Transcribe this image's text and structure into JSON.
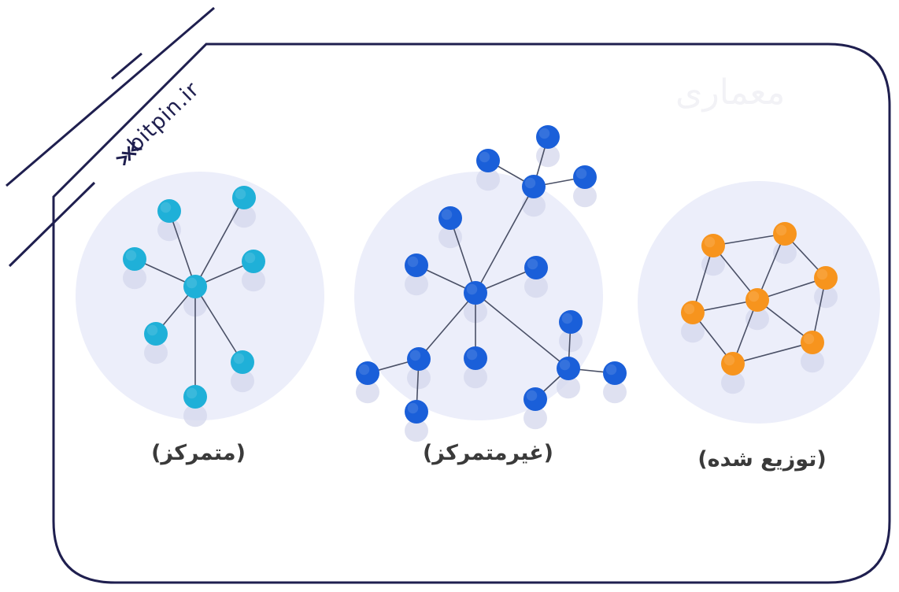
{
  "brand": {
    "site": "bitpin.ir",
    "logo_icon": "bitpin-logo-icon"
  },
  "watermark": "معماری",
  "diagrams": [
    {
      "id": "centralized",
      "caption": "(متمرکز)",
      "node_color": "#1fb0d8"
    },
    {
      "id": "decentralized",
      "caption": "(غیرمتمرکز)",
      "node_color": "#1a5fd9"
    },
    {
      "id": "distributed",
      "caption": "(توزیع شده)",
      "node_color": "#f7941d"
    }
  ],
  "colors": {
    "frame": "#1f1f4f",
    "bubble": "#eceefa",
    "edge": "#4a5066",
    "shadow": "#d4d7ec"
  }
}
